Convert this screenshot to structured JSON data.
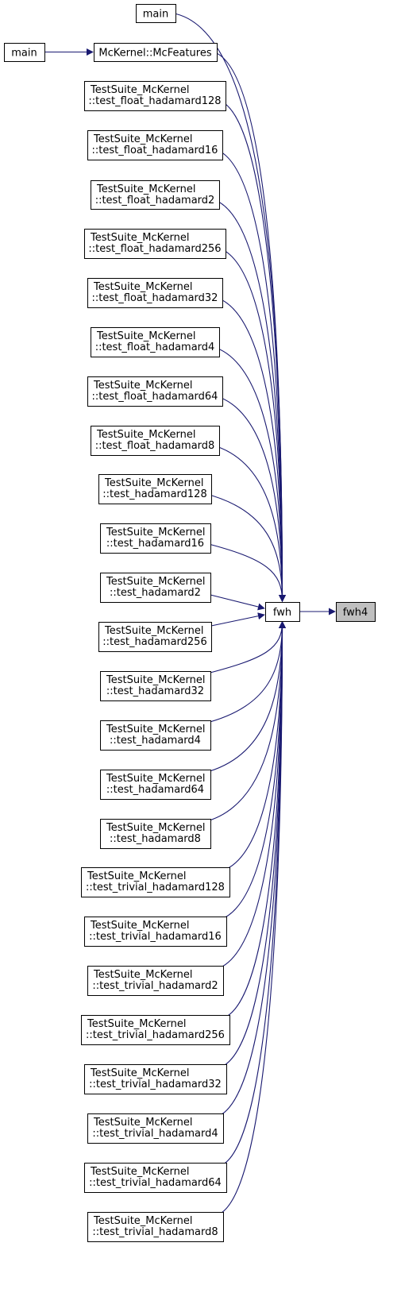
{
  "colors": {
    "edge": "#191970",
    "node_border": "#000000",
    "node_fill": "#ffffff",
    "highlight_fill": "#bfbfbf"
  },
  "nodes": {
    "main_top": [
      "main"
    ],
    "main_left": [
      "main"
    ],
    "mcfeatures": [
      "McKernel::McFeatures"
    ],
    "float128": [
      "TestSuite_McKernel",
      "::test_float_hadamard128"
    ],
    "float16": [
      "TestSuite_McKernel",
      "::test_float_hadamard16"
    ],
    "float2": [
      "TestSuite_McKernel",
      "::test_float_hadamard2"
    ],
    "float256": [
      "TestSuite_McKernel",
      "::test_float_hadamard256"
    ],
    "float32": [
      "TestSuite_McKernel",
      "::test_float_hadamard32"
    ],
    "float4": [
      "TestSuite_McKernel",
      "::test_float_hadamard4"
    ],
    "float64": [
      "TestSuite_McKernel",
      "::test_float_hadamard64"
    ],
    "float8": [
      "TestSuite_McKernel",
      "::test_float_hadamard8"
    ],
    "had128": [
      "TestSuite_McKernel",
      "::test_hadamard128"
    ],
    "had16": [
      "TestSuite_McKernel",
      "::test_hadamard16"
    ],
    "had2": [
      "TestSuite_McKernel",
      "::test_hadamard2"
    ],
    "had256": [
      "TestSuite_McKernel",
      "::test_hadamard256"
    ],
    "had32": [
      "TestSuite_McKernel",
      "::test_hadamard32"
    ],
    "had4": [
      "TestSuite_McKernel",
      "::test_hadamard4"
    ],
    "had64": [
      "TestSuite_McKernel",
      "::test_hadamard64"
    ],
    "had8": [
      "TestSuite_McKernel",
      "::test_hadamard8"
    ],
    "triv128": [
      "TestSuite_McKernel",
      "::test_trivial_hadamard128"
    ],
    "triv16": [
      "TestSuite_McKernel",
      "::test_trivial_hadamard16"
    ],
    "triv2": [
      "TestSuite_McKernel",
      "::test_trivial_hadamard2"
    ],
    "triv256": [
      "TestSuite_McKernel",
      "::test_trivial_hadamard256"
    ],
    "triv32": [
      "TestSuite_McKernel",
      "::test_trivial_hadamard32"
    ],
    "triv4": [
      "TestSuite_McKernel",
      "::test_trivial_hadamard4"
    ],
    "triv64": [
      "TestSuite_McKernel",
      "::test_trivial_hadamard64"
    ],
    "triv8": [
      "TestSuite_McKernel",
      "::test_trivial_hadamard8"
    ],
    "fwh": [
      "fwh"
    ],
    "fwh4": [
      "fwh4"
    ]
  }
}
